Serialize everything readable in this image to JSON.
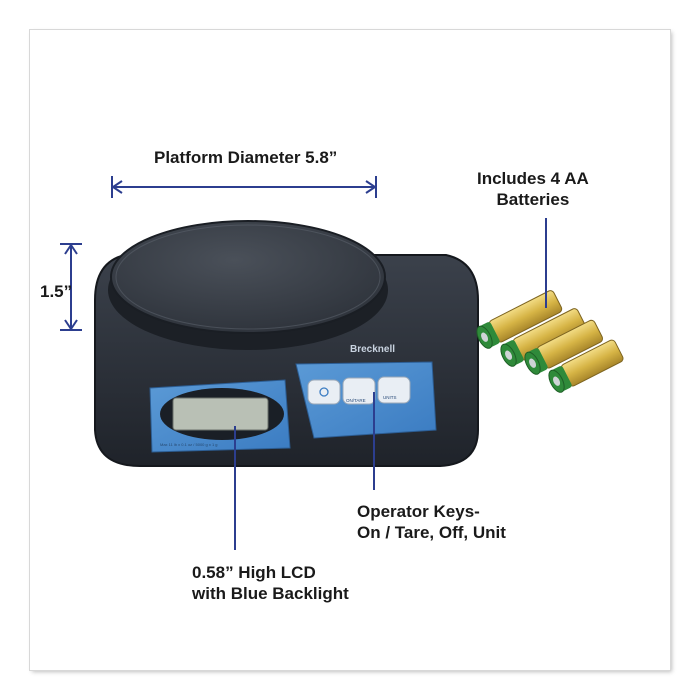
{
  "labels": {
    "platform_diameter": "Platform Diameter 5.8”",
    "height": "1.5”",
    "batteries": [
      "Includes 4 AA",
      "Batteries"
    ],
    "operator_keys": [
      "Operator Keys-",
      "On / Tare, Off, Unit"
    ],
    "lcd": [
      "0.58” High LCD",
      "with Blue Backlight"
    ]
  },
  "product": {
    "brand": "Brecknell",
    "keys": [
      "ON/TARE",
      "UNITS"
    ],
    "capacity_text": "Max 11 lb x 0.1 oz / 5000 g x 1 g"
  },
  "colors": {
    "annotation_line": "#2c3e8f",
    "scale_body": "#2a2f38",
    "platform": "#3a3f47",
    "panel_blue": "#4f8ed0",
    "battery_gold": "#d9b84a",
    "battery_green": "#2f8a3a"
  }
}
